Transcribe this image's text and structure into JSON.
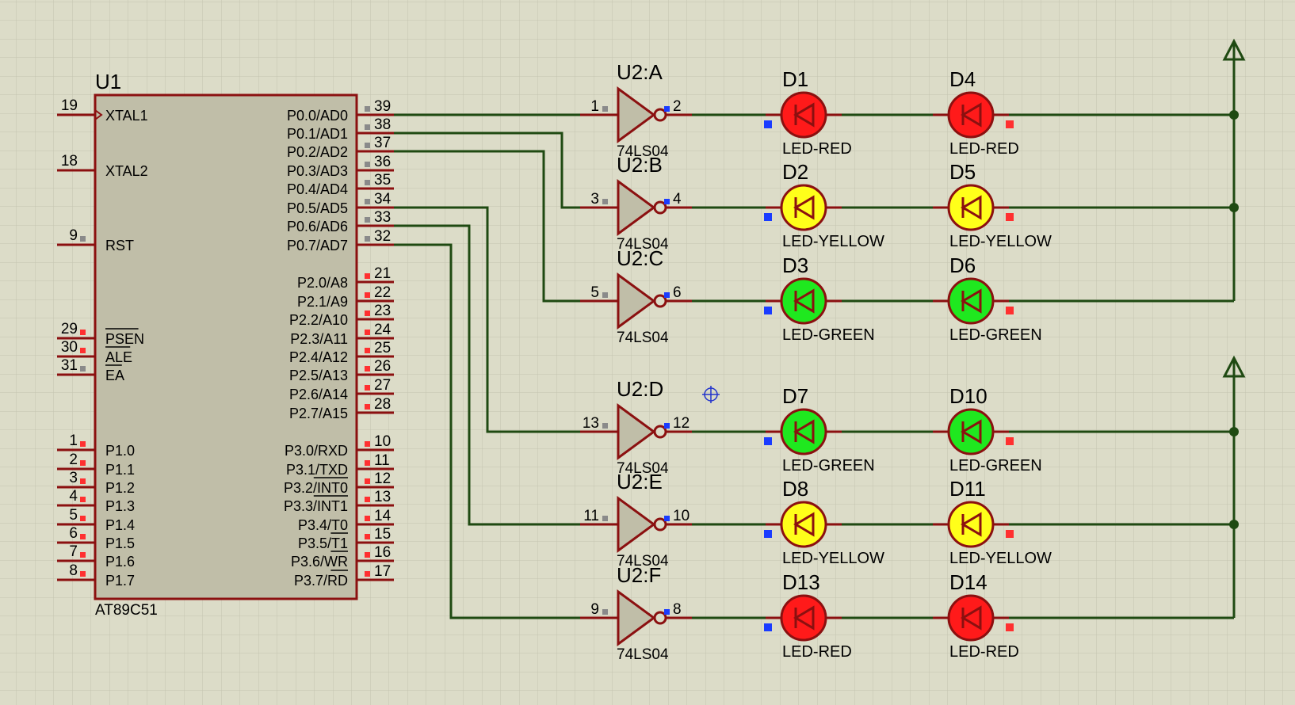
{
  "colors": {
    "background": "#dcdcc8",
    "grid": "#c4c4b0",
    "wire": "#1f4a12",
    "body": "#c0bea8",
    "border": "#8b1010",
    "led_red": "#ff1a1a",
    "led_yellow": "#ffff1a",
    "led_green": "#1fe81f",
    "pin_grey": "#8a8a8a",
    "pin_red": "#ff3030",
    "pin_blue": "#1a3cff"
  },
  "mcu": {
    "ref": "U1",
    "part": "AT89C51",
    "left_pins": [
      {
        "num": "19",
        "name": "XTAL1",
        "marker": "none"
      },
      {
        "num": "18",
        "name": "XTAL2",
        "marker": "none"
      },
      {
        "num": "9",
        "name": "RST",
        "marker": "grey"
      },
      {
        "num": "29",
        "name": "PSEN",
        "marker": "red"
      },
      {
        "num": "30",
        "name": "ALE",
        "marker": "red"
      },
      {
        "num": "31",
        "name": "EA",
        "marker": "grey"
      },
      {
        "num": "1",
        "name": "P1.0",
        "marker": "red"
      },
      {
        "num": "2",
        "name": "P1.1",
        "marker": "red"
      },
      {
        "num": "3",
        "name": "P1.2",
        "marker": "red"
      },
      {
        "num": "4",
        "name": "P1.3",
        "marker": "red"
      },
      {
        "num": "5",
        "name": "P1.4",
        "marker": "red"
      },
      {
        "num": "6",
        "name": "P1.5",
        "marker": "red"
      },
      {
        "num": "7",
        "name": "P1.6",
        "marker": "red"
      },
      {
        "num": "8",
        "name": "P1.7",
        "marker": "red"
      }
    ],
    "right_pins": [
      {
        "num": "39",
        "name": "P0.0/AD0",
        "marker": "grey"
      },
      {
        "num": "38",
        "name": "P0.1/AD1",
        "marker": "grey"
      },
      {
        "num": "37",
        "name": "P0.2/AD2",
        "marker": "grey"
      },
      {
        "num": "36",
        "name": "P0.3/AD3",
        "marker": "grey"
      },
      {
        "num": "35",
        "name": "P0.4/AD4",
        "marker": "grey"
      },
      {
        "num": "34",
        "name": "P0.5/AD5",
        "marker": "grey"
      },
      {
        "num": "33",
        "name": "P0.6/AD6",
        "marker": "grey"
      },
      {
        "num": "32",
        "name": "P0.7/AD7",
        "marker": "grey"
      },
      {
        "num": "21",
        "name": "P2.0/A8",
        "marker": "red"
      },
      {
        "num": "22",
        "name": "P2.1/A9",
        "marker": "red"
      },
      {
        "num": "23",
        "name": "P2.2/A10",
        "marker": "red"
      },
      {
        "num": "24",
        "name": "P2.3/A11",
        "marker": "red"
      },
      {
        "num": "25",
        "name": "P2.4/A12",
        "marker": "red"
      },
      {
        "num": "26",
        "name": "P2.5/A13",
        "marker": "red"
      },
      {
        "num": "27",
        "name": "P2.6/A14",
        "marker": "red"
      },
      {
        "num": "28",
        "name": "P2.7/A15",
        "marker": "red"
      },
      {
        "num": "10",
        "name": "P3.0/RXD",
        "marker": "red"
      },
      {
        "num": "11",
        "name": "P3.1/TXD",
        "marker": "red"
      },
      {
        "num": "12",
        "name": "P3.2/INT0",
        "marker": "red"
      },
      {
        "num": "13",
        "name": "P3.3/INT1",
        "marker": "red"
      },
      {
        "num": "14",
        "name": "P3.4/T0",
        "marker": "red"
      },
      {
        "num": "15",
        "name": "P3.5/T1",
        "marker": "red"
      },
      {
        "num": "16",
        "name": "P3.6/WR",
        "marker": "red"
      },
      {
        "num": "17",
        "name": "P3.7/RD",
        "marker": "red"
      }
    ]
  },
  "inverters": [
    {
      "ref": "U2:A",
      "part": "74LS04",
      "in": "1",
      "out": "2"
    },
    {
      "ref": "U2:B",
      "part": "74LS04",
      "in": "3",
      "out": "4"
    },
    {
      "ref": "U2:C",
      "part": "74LS04",
      "in": "5",
      "out": "6"
    },
    {
      "ref": "U2:D",
      "part": "74LS04",
      "in": "13",
      "out": "12"
    },
    {
      "ref": "U2:E",
      "part": "74LS04",
      "in": "11",
      "out": "10"
    },
    {
      "ref": "U2:F",
      "part": "74LS04",
      "in": "9",
      "out": "8"
    }
  ],
  "led_rows": [
    [
      {
        "ref": "D1",
        "part": "LED-RED",
        "color": "red"
      },
      {
        "ref": "D4",
        "part": "LED-RED",
        "color": "red"
      }
    ],
    [
      {
        "ref": "D2",
        "part": "LED-YELLOW",
        "color": "yellow"
      },
      {
        "ref": "D5",
        "part": "LED-YELLOW",
        "color": "yellow"
      }
    ],
    [
      {
        "ref": "D3",
        "part": "LED-GREEN",
        "color": "green"
      },
      {
        "ref": "D6",
        "part": "LED-GREEN",
        "color": "green"
      }
    ],
    [
      {
        "ref": "D7",
        "part": "LED-GREEN",
        "color": "green"
      },
      {
        "ref": "D10",
        "part": "LED-GREEN",
        "color": "green"
      }
    ],
    [
      {
        "ref": "D8",
        "part": "LED-YELLOW",
        "color": "yellow"
      },
      {
        "ref": "D11",
        "part": "LED-YELLOW",
        "color": "yellow"
      }
    ],
    [
      {
        "ref": "D13",
        "part": "LED-RED",
        "color": "red"
      },
      {
        "ref": "D14",
        "part": "LED-RED",
        "color": "red"
      }
    ]
  ]
}
